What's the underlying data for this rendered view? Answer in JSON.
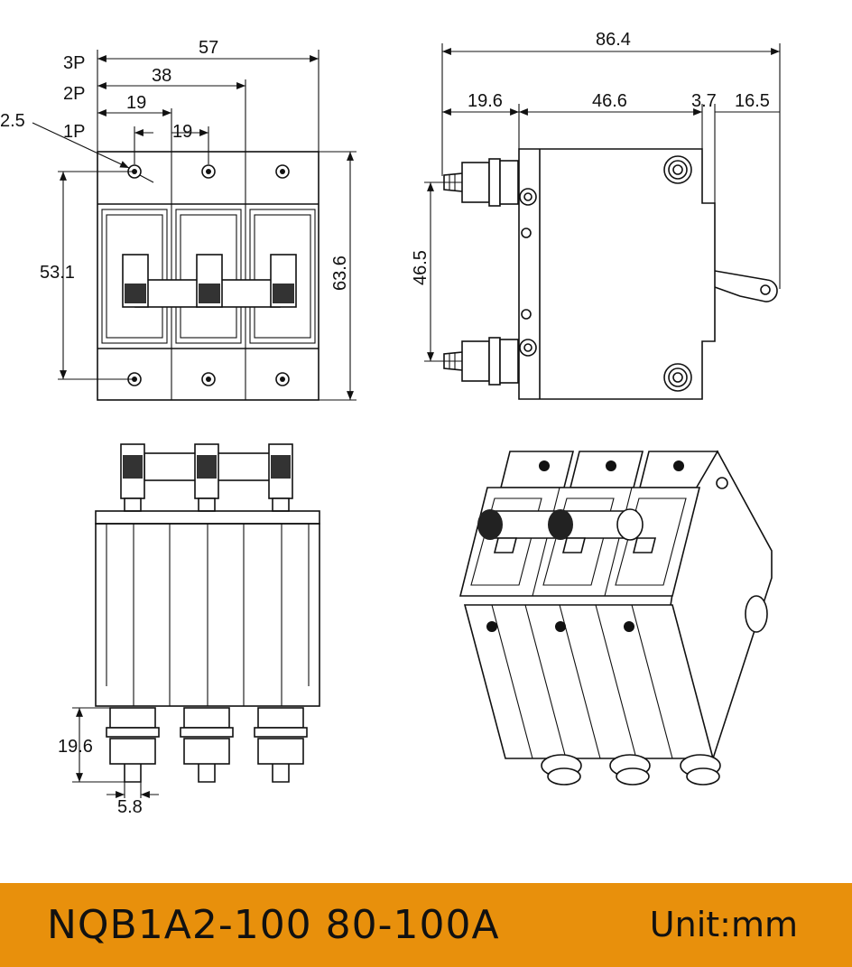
{
  "front_view": {
    "labels": {
      "pole3": "3P",
      "pole2": "2P",
      "pole1": "1P",
      "hole": "2.5"
    },
    "dims": {
      "w3": "57",
      "w2": "38",
      "w1": "19",
      "pitch": "19",
      "height": "63.6",
      "mount": "53.1"
    }
  },
  "side_view": {
    "dims": {
      "total": "86.4",
      "terminal": "19.6",
      "body": "46.6",
      "step": "3.7",
      "handle": "16.5",
      "spacing": "46.5"
    }
  },
  "bottom_view": {
    "dims": {
      "stud_len": "19.6",
      "stud_dia": "5.8"
    }
  },
  "footer": {
    "model": "NQB1A2-100 80-100A",
    "unit": "Unit:mm",
    "background": "#e8900c"
  }
}
